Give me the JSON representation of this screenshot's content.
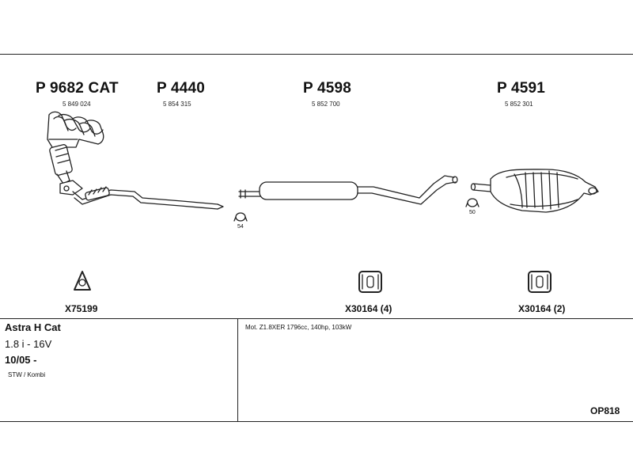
{
  "parts": [
    {
      "code": "P 9682 CAT",
      "oe": "5 849 024"
    },
    {
      "code": "P 4440",
      "oe": "5 854 315"
    },
    {
      "code": "P 4598",
      "oe": "5 852 700"
    },
    {
      "code": "P 4591",
      "oe": "5 852 301"
    }
  ],
  "clamps": {
    "a": "54",
    "b": "50"
  },
  "fittings": [
    {
      "label": "X75199"
    },
    {
      "label": "X30164 (4)"
    },
    {
      "label": "X30164 (2)"
    }
  ],
  "vehicle": {
    "model": "Astra H Cat",
    "engine": "1.8 i - 16V",
    "date": "10/05 -",
    "body": "STW / Kombi"
  },
  "motor": "Mot. Z1.8XER 1796cc, 140hp, 103kW",
  "diagram_code": "OP818"
}
